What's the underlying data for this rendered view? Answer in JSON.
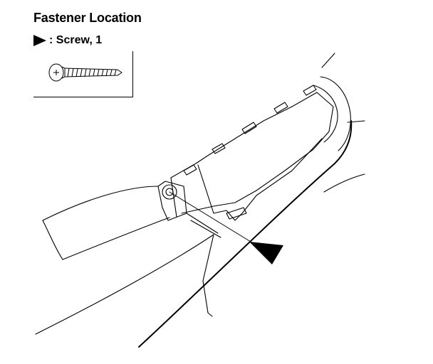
{
  "title": "Fastener Location",
  "legend": {
    "separator": ":",
    "name": "Screw",
    "count": "1"
  },
  "callout_marker": "black-triangle-pointer",
  "colors": {
    "line": "#000000",
    "background": "#ffffff"
  }
}
